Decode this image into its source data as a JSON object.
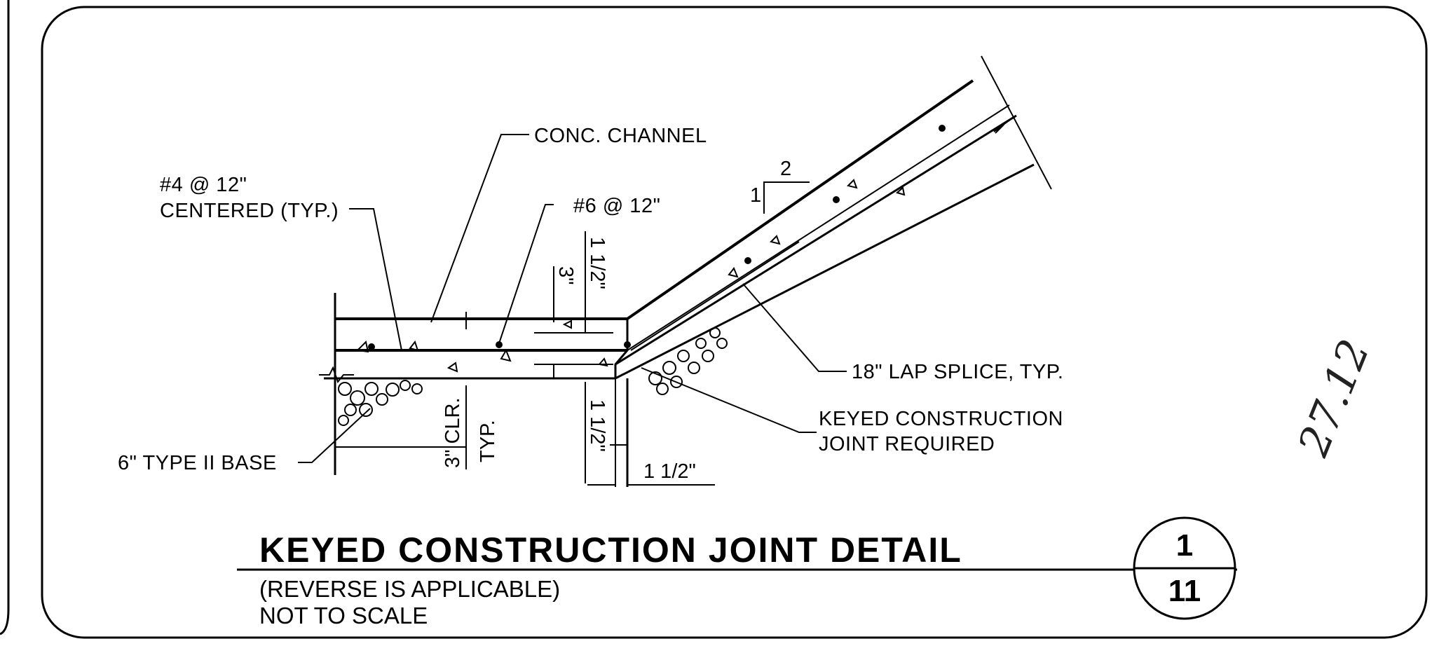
{
  "labels": {
    "conc_channel": "CONC. CHANNEL",
    "rebar_4_line1": "#4 @ 12\"",
    "rebar_4_line2": "CENTERED (TYP.)",
    "rebar_6": "#6 @ 12\"",
    "lap_splice": "18\" LAP SPLICE, TYP.",
    "keyed_joint_line1": "KEYED CONSTRUCTION",
    "keyed_joint_line2": "JOINT REQUIRED",
    "base": "6\" TYPE II BASE",
    "slope_rise": "1",
    "slope_run": "2"
  },
  "dimensions": {
    "top_clear": "1 1/2\"",
    "three_in": "3\"",
    "bottom_clear": "1 1/2\"",
    "clr": "3\" CLR.",
    "typ": "TYP.",
    "horizontal_offset": "1 1/2\""
  },
  "title_block": {
    "title": "KEYED CONSTRUCTION JOINT DETAIL",
    "subtitle_line1": "(REVERSE IS APPLICABLE)",
    "subtitle_line2": "NOT TO SCALE",
    "detail_number": "1",
    "sheet_number": "11"
  },
  "handwritten_note": "27.12"
}
